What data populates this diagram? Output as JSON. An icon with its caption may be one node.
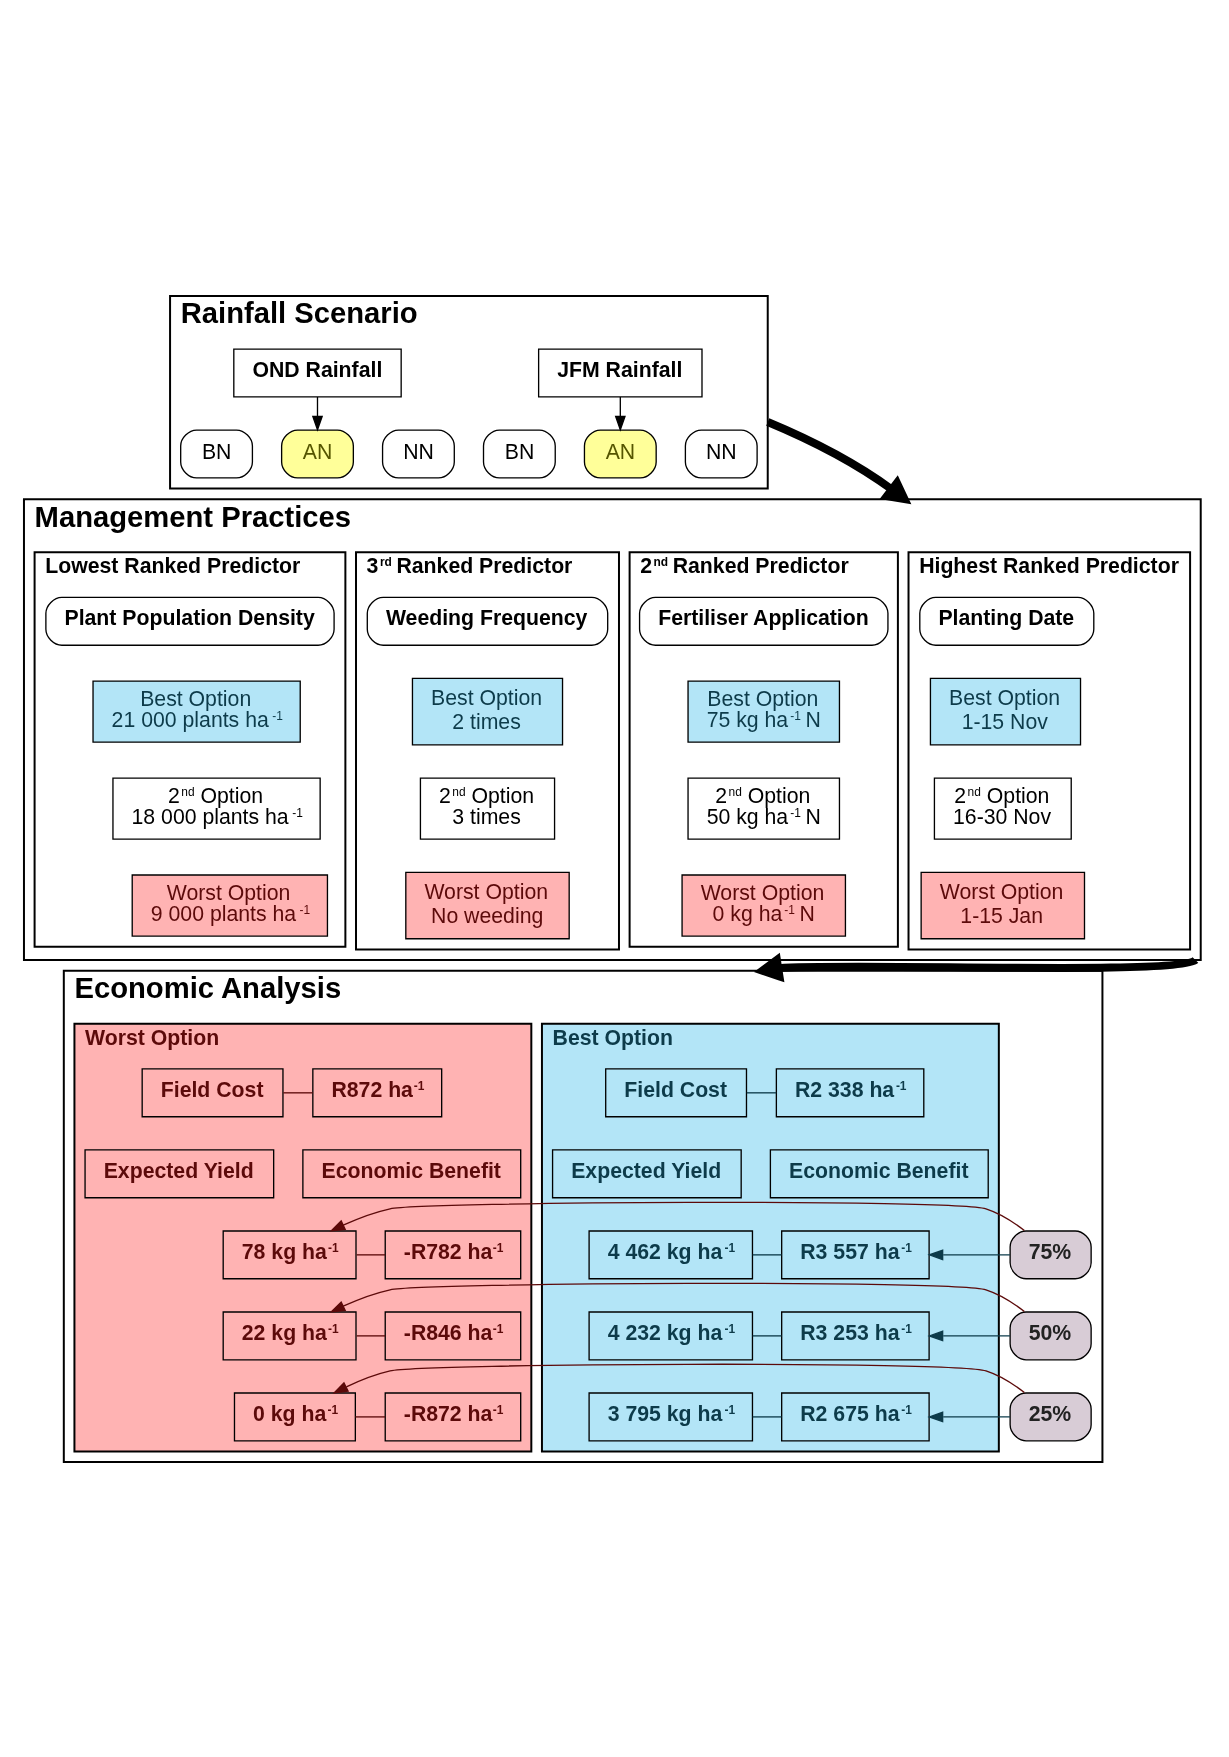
{
  "diagram": {
    "nodes": [
      {
        "text": [
          "Rainfall Scenario"
        ]
      },
      {
        "text": [
          "OND Rainfall"
        ],
        "in": 0
      },
      {
        "text": [
          "AN"
        ],
        "in": 0
      },
      {
        "text": [
          "NN"
        ],
        "in": 0
      },
      {
        "text": [
          "BN"
        ],
        "in": 0
      },
      {
        "text": [
          "JFM Rainfall"
        ],
        "in": 0
      },
      {
        "text": [
          "AN"
        ],
        "in": 0
      },
      {
        "text": [
          "NN"
        ],
        "in": 0
      },
      {
        "text": [
          "BN"
        ],
        "in": 0
      },
      {
        "text": [
          "Management Practices"
        ]
      },
      {
        "text": [
          "Highest Ranked Predictor"
        ],
        "in": 9
      },
      {
        "text": [
          "Planting Date"
        ],
        "in": 10
      },
      {
        "text": [
          "Best Option",
          "1-15 Nov"
        ],
        "in": 10
      },
      {
        "text": [
          "2$^{nd}$ Option",
          "16-30 Nov"
        ],
        "in": 10
      },
      {
        "text": [
          "Worst Option",
          "1-15 Jan"
        ],
        "in": 10
      },
      {
        "text": [
          "2$^{nd}$ Ranked Predictor"
        ],
        "in": 9
      },
      {
        "text": [
          "Fertiliser Application"
        ],
        "in": 15
      },
      {
        "text": [
          "Best Option",
          "75 kg ha$^{-1}$ N"
        ],
        "in": 15
      },
      {
        "text": [
          "2$^{nd}$ Option",
          "50 kg ha$^{-1}$ N"
        ],
        "in": 15
      },
      {
        "text": [
          "Worst Option",
          "0 kg ha$^{-1}$ N"
        ],
        "in": 15
      },
      {
        "text": [
          "3$^{rd}$ Ranked Predictor"
        ],
        "in": 9
      },
      {
        "text": [
          "Weeding Frequency"
        ],
        "in": 20
      },
      {
        "text": [
          "Best Option",
          "2 times"
        ],
        "in": 20
      },
      {
        "text": [
          "2$^{nd}$ Option",
          "3 times"
        ],
        "in": 20
      },
      {
        "text": [
          "Worst Option",
          "No weeding"
        ],
        "in": 20
      },
      {
        "text": [
          "Lowest Ranked Predictor"
        ],
        "in": 9
      },
      {
        "text": [
          "Plant Population Density"
        ],
        "in": 25
      },
      {
        "text": [
          "Best Option",
          "21 000 plants ha$^{-1}$"
        ],
        "in": 25
      },
      {
        "text": [
          "2$^{nd}$ Option",
          "18 000 plants ha$^{-1}$"
        ],
        "in": 25
      },
      {
        "text": [
          "Worst Option",
          "9 000 plants ha$^{-1}$"
        ],
        "in": 25
      },
      {
        "text": [
          "Economic Analysis"
        ]
      },
      {
        "text": [
          "Best Option"
        ],
        "in": 30
      },
      {
        "text": [
          "Field Cost"
        ],
        "in": 31
      },
      {
        "text": [
          "R2 338 ha$^{-1}$"
        ],
        "in": 31
      },
      {
        "text": [
          "Expected Yield"
        ],
        "in": 31
      },
      {
        "text": [
          "Economic Benefit"
        ],
        "in": 31
      },
      {
        "text": [
          "4 462 kg ha$^{-1}$"
        ],
        "in": 31
      },
      {
        "text": [
          "R3 557 ha$^{-1}$"
        ],
        "in": 31
      },
      {
        "text": [
          "4 232 kg ha$^{-1}$"
        ],
        "in": 31
      },
      {
        "text": [
          "R3 253 ha$^{-1}$"
        ],
        "in": 31
      },
      {
        "text": [
          "3 795 kg ha$^{-1}$"
        ],
        "in": 31
      },
      {
        "text": [
          "R2 675 ha$^{-1}$"
        ],
        "in": 31
      },
      {
        "text": [
          "Worst Option"
        ],
        "in": 30
      },
      {
        "text": [
          "Field Cost"
        ],
        "in": 42
      },
      {
        "text": [
          "R872 ha$^{-1}$"
        ],
        "in": 42
      },
      {
        "text": [
          "Expected Yield"
        ],
        "in": 42
      },
      {
        "text": [
          "Economic Benefit"
        ],
        "in": 42
      },
      {
        "text": [
          "78 kg ha$^{-1}$"
        ],
        "in": 42
      },
      {
        "text": [
          "-R782 ha$^{-1}$"
        ],
        "in": 42
      },
      {
        "text": [
          "22 kg ha$^{-1}$"
        ],
        "in": 42
      },
      {
        "text": [
          "-R846 ha$^{-1}$"
        ],
        "in": 42
      },
      {
        "text": [
          "0 kg ha$^{-1}$"
        ],
        "in": 42
      },
      {
        "text": [
          "-R872 ha$^{-1}$"
        ],
        "in": 42
      },
      {
        "text": [
          "75%"
        ],
        "in": 30
      },
      {
        "text": [
          "50%"
        ],
        "in": 30
      },
      {
        "text": [
          "25%"
        ],
        "in": 30
      }
    ],
    "edges": [
      {
        "from": 1,
        "to": 2,
        "arrow": "to"
      },
      {
        "from": 5,
        "to": 6,
        "arrow": "to"
      },
      {
        "from": 0,
        "to": 9,
        "arrow": "to",
        "style": "thick"
      },
      {
        "from": 9,
        "to": 30,
        "arrow": "to",
        "style": "thick"
      },
      {
        "from": 32,
        "to": 33,
        "arrow": "none",
        "color": "#0d3b4a"
      },
      {
        "from": 43,
        "to": 44,
        "arrow": "none",
        "color": "#5c0a0a"
      },
      {
        "from": 36,
        "to": 37,
        "arrow": "none",
        "color": "#0d3b4a"
      },
      {
        "from": 53,
        "to": 37,
        "arrow": "to",
        "color": "#0d3b4a"
      },
      {
        "from": 53,
        "to": 47,
        "arrow": "to",
        "color": "#5c0a0a"
      },
      {
        "from": 47,
        "to": 48,
        "arrow": "none",
        "color": "#5c0a0a"
      },
      {
        "from": 38,
        "to": 39,
        "arrow": "none",
        "color": "#0d3b4a"
      },
      {
        "from": 54,
        "to": 39,
        "arrow": "to",
        "color": "#0d3b4a"
      },
      {
        "from": 54,
        "to": 49,
        "arrow": "to",
        "color": "#5c0a0a"
      },
      {
        "from": 49,
        "to": 50,
        "arrow": "none",
        "color": "#5c0a0a"
      },
      {
        "from": 40,
        "to": 41,
        "arrow": "none",
        "color": "#0d3b4a"
      },
      {
        "from": 55,
        "to": 41,
        "arrow": "to",
        "color": "#0d3b4a"
      },
      {
        "from": 55,
        "to": 51,
        "arrow": "to",
        "color": "#5c0a0a"
      },
      {
        "from": 51,
        "to": 52,
        "arrow": "none",
        "color": "#5c0a0a"
      }
    ]
  }
}
